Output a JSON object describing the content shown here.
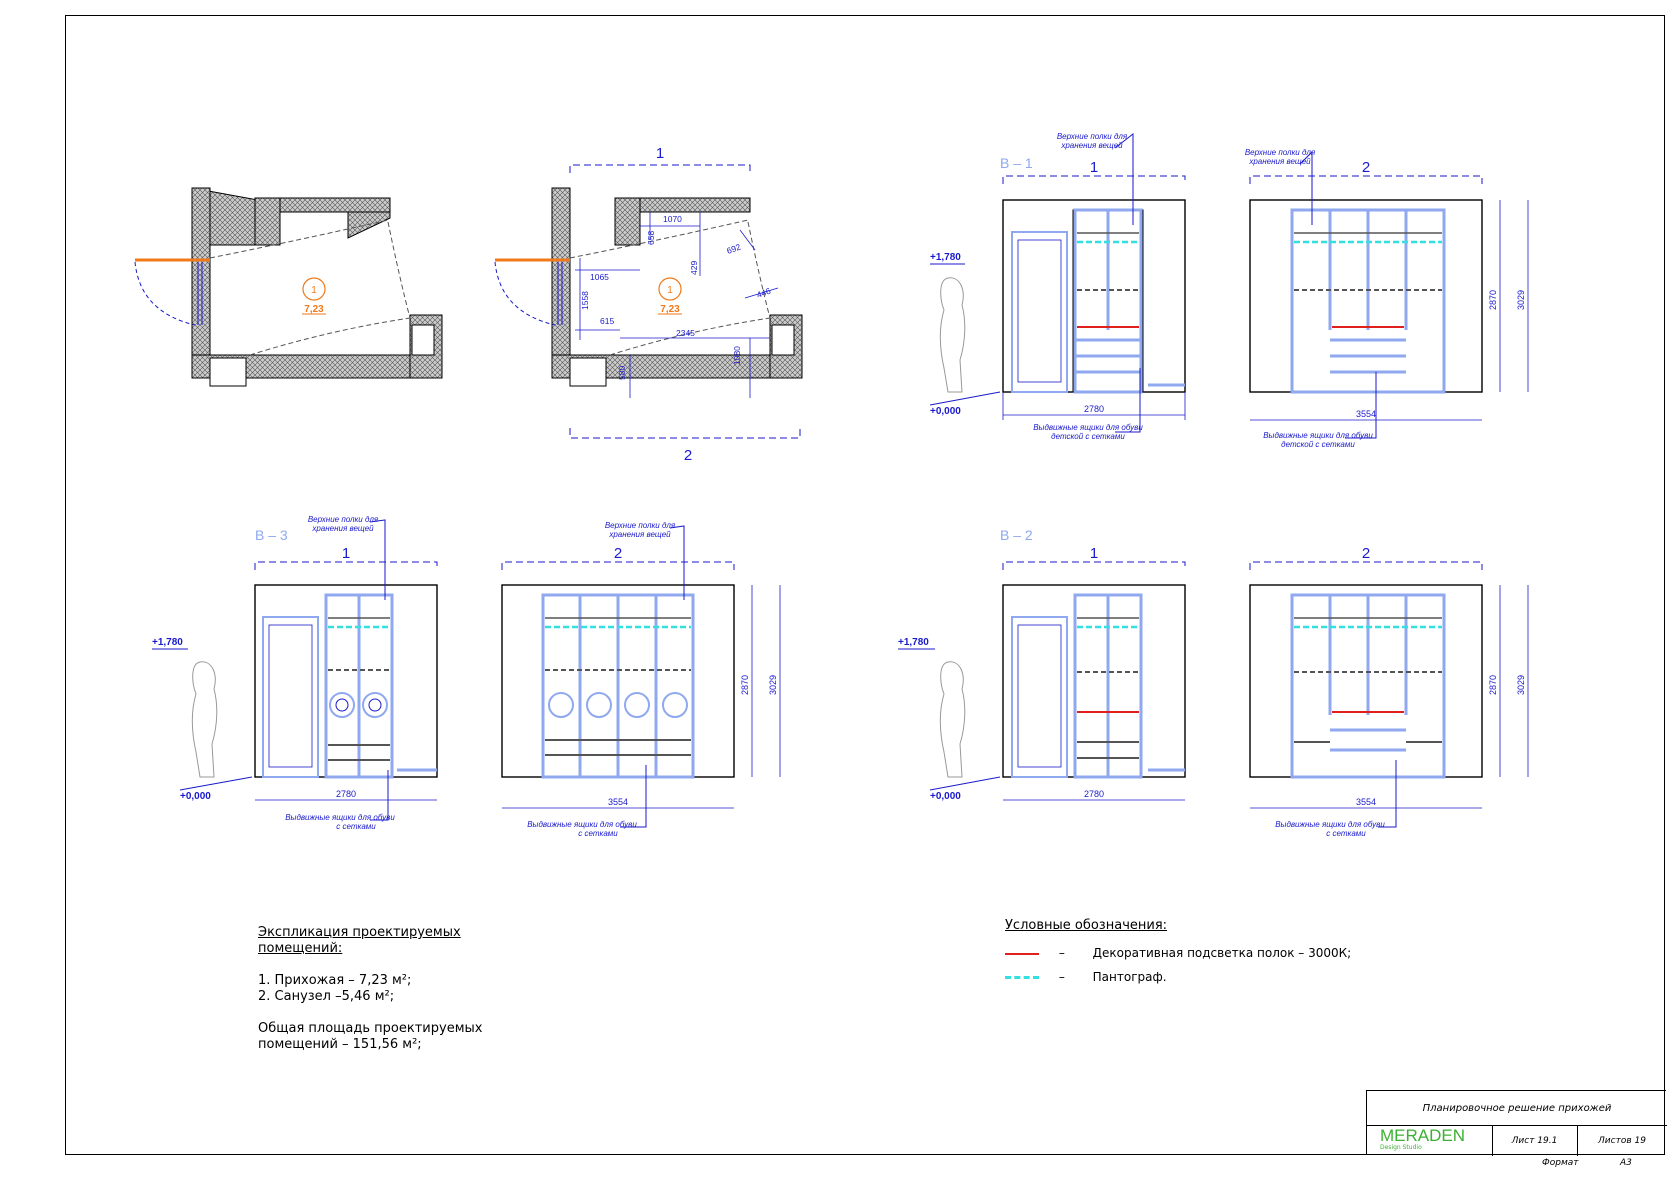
{
  "plan": {
    "room_number": "1",
    "room_area": "7,23",
    "view_label_1": "1",
    "view_label_2": "2",
    "dims": [
      "1070",
      "658",
      "1065",
      "429",
      "692",
      "1558",
      "615",
      "2345",
      "446",
      "1080",
      "580"
    ]
  },
  "elevations": {
    "view_b1": "В – 1",
    "view_b2": "В – 2",
    "view_b3": "В – 3",
    "sub_1": "1",
    "sub_2": "2",
    "level_top": "+1,780",
    "level_zero": "+0,000",
    "width_2780": "2780",
    "width_3554": "3554",
    "height_2870": "2870",
    "height_3029": "3029",
    "note_top_line1": "Верхние полки для",
    "note_top_line2": "хранения вещей",
    "note_bottom_line1": "Выдвижные ящики для обуви",
    "note_bottom_line2a": "детской с сетками",
    "note_bottom_line2b": "с сетками"
  },
  "explication": {
    "title_line1": "Экспликация проектируемых",
    "title_line2": "помещений:",
    "item1": "1. Прихожая – 7,23 м²;",
    "item2": "2. Санузел –5,46 м²;",
    "total_line1": "Общая площадь проектируемых",
    "total_line2": "помещений – 151,56 м²;"
  },
  "legend": {
    "title": "Условные обозначения:",
    "dash": "–",
    "item1": "Декоративная подсветка полок – 3000К;",
    "item2": "Пантограф.",
    "color_red": "#e0201c",
    "color_cyan": "#33e0e0"
  },
  "titleblock": {
    "title": "Планировочное решение прихожей",
    "brand": "MERADEN",
    "brand_sub": "Design Studio",
    "sheet": "Лист 19.1",
    "sheets": "Листов 19",
    "format_label": "Формат",
    "format_value": "А3"
  },
  "colors": {
    "blue": "#1a1acc",
    "orange": "#f07a1a",
    "light_blue": "#8fa8f0",
    "green": "#3cb034"
  }
}
